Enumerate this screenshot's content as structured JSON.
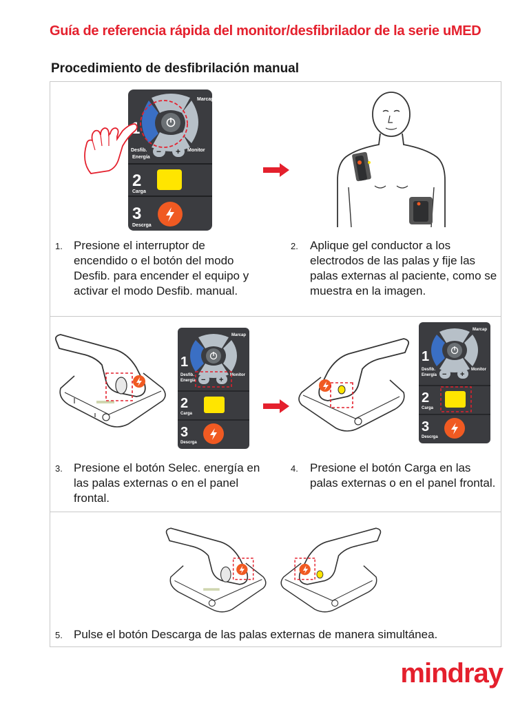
{
  "header": {
    "title": "Guía de referencia rápida del monitor/desfibrilador de la serie uMED",
    "subtitle": "Procedimiento de desfibrilación manual"
  },
  "panel": {
    "marcap": "Marcap",
    "monitor": "Monitor",
    "desfib": "Desfib.",
    "energia": "Energía",
    "carga": "Carga",
    "descarga": "Descrga",
    "n1": "1",
    "n2": "2",
    "n3": "3",
    "minus": "−",
    "plus": "+"
  },
  "steps": [
    {
      "num": "1.",
      "text": "Presione el interruptor de encendido o el botón del modo Desfib. para encender el equipo y activar el modo Desfib. manual."
    },
    {
      "num": "2.",
      "text": "Aplique gel conductor a los electrodos de las palas y fije las palas externas al paciente, como se muestra en la imagen."
    },
    {
      "num": "3.",
      "text": "Presione el botón Selec. energía en las palas externas o en el panel frontal."
    },
    {
      "num": "4.",
      "text": "Presione el botón Carga en las palas externas o en el panel frontal."
    },
    {
      "num": "5.",
      "text": "Pulse el botón Descarga de las palas externas de manera simultánea."
    }
  ],
  "brand": {
    "logo": "mindray",
    "accent": "#e4202d",
    "panel_bg": "#3b3c40",
    "charge_yellow": "#ffe500",
    "shock_orange": "#f05a22",
    "mode_blue": "#3a6fc4"
  }
}
